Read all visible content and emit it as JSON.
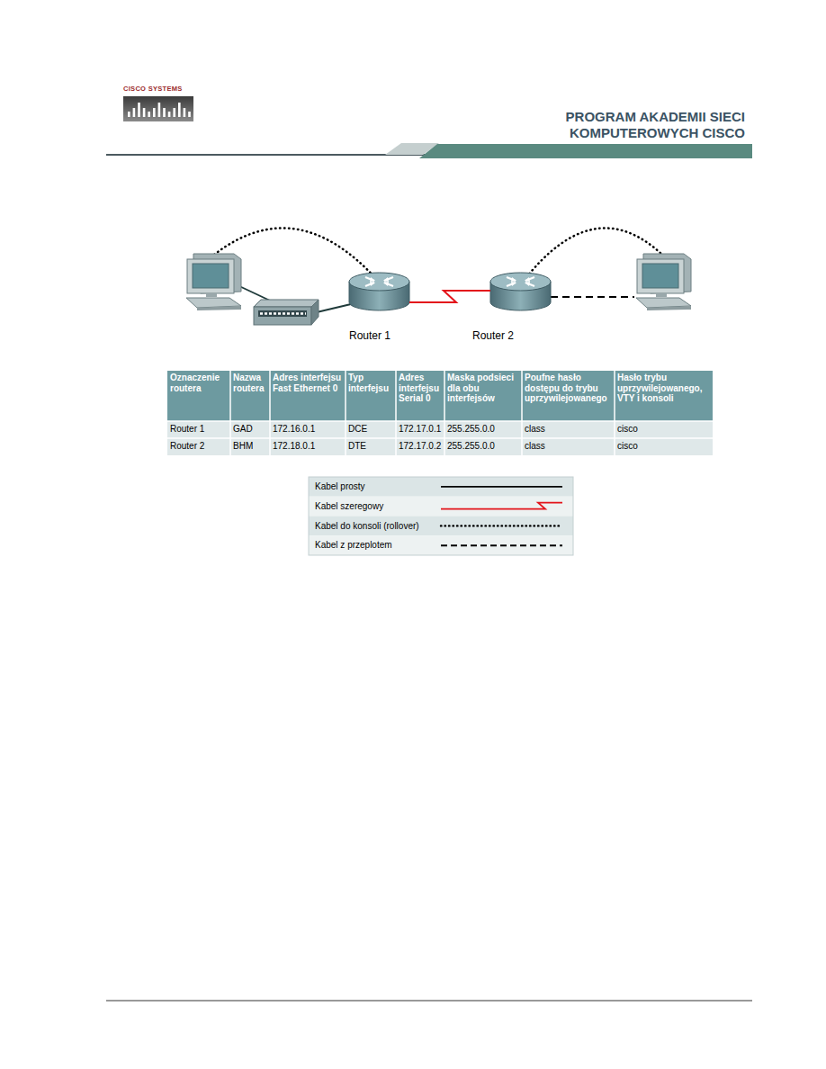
{
  "diagram": {
    "title": "PROGRAM AKADEMII SIECI KOMPUTEROWYCH CISCO",
    "nodes": [
      {
        "text": [
          "Router 1"
        ]
      },
      {
        "text": [
          "Router 2"
        ]
      }
    ],
    "edges": [
      {
        "from": 0,
        "to": 1,
        "arrow": "none"
      }
    ],
    "labels": [
      "CISCO SYSTEMS",
      "Oznaczenie routera",
      "Nazwa routera",
      "Adres interfejsu Fast Ethernet 0",
      "Typ interfejsu",
      "Adres interfejsu Serial 0",
      "Maska podsieci dla obu interfejsów",
      "Poufne hasło dostępu do trybu uprzywilejowanego",
      "Hasło trybu uprzywilejowanego, VTY i konsoli",
      "Router 1",
      "GAD",
      "172.16.0.1",
      "DCE",
      "172.17.0.1",
      "255.255.0.0",
      "class",
      "cisco",
      "Router 2",
      "BHM",
      "172.18.0.1",
      "DTE",
      "172.17.0.2",
      "255.255.0.0",
      "class",
      "cisco"
    ],
    "legend": [
      {
        "text": "Kabel prosty"
      },
      {
        "text": "Kabel szeregowy"
      },
      {
        "text": "Kabel do konsoli (rollover)"
      },
      {
        "text": "Kabel z przeplotem"
      }
    ]
  }
}
